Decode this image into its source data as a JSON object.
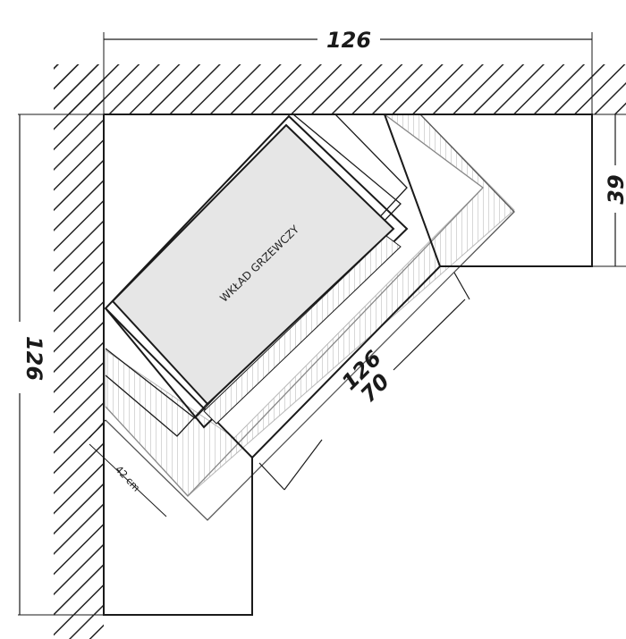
{
  "dimensions": {
    "top_width": "126",
    "left_height": "126",
    "right_depth": "39",
    "diagonal_outer": "126",
    "diagonal_inner": "70",
    "side_depth": "42 cm"
  },
  "insert": {
    "label": "WKŁAD GRZEWCZY",
    "fill_color": "#e6e6e6"
  },
  "colors": {
    "line": "#1a1a1a",
    "hatch": "#222222",
    "stipple": "#c8c8c8"
  }
}
